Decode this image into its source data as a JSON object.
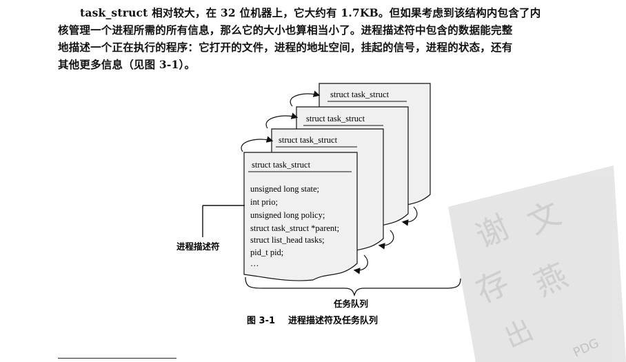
{
  "paragraph": {
    "lines": [
      "task_struct 相对较大，在 32 位机器上，它大约有 1.7KB。但如果考虑到该结构内包含了内",
      "核管理一个进程所需的所有信息，那么它的大小也算相当小了。进程描述符中包含的数据能完整",
      "地描述一个正在执行的程序：它打开的文件，进程的地址空间，挂起的信号，进程的状态，还有",
      "其他更多信息（见图 3-1）。"
    ]
  },
  "figure": {
    "cards": [
      {
        "title": "struct task_struct"
      },
      {
        "title": "struct task_struct"
      },
      {
        "title": "struct task_struct"
      },
      {
        "title": "struct task_struct"
      }
    ],
    "fields": [
      "unsigned long state;",
      "int prio;",
      "unsigned long policy;",
      "struct task_struct *parent;",
      "struct list_head tasks;",
      "pid_t pid;",
      "…"
    ],
    "left_label": "进程描述符",
    "bottom_label": "任务队列",
    "caption_number": "图 3-1",
    "caption_text": "进程描述符及任务队列"
  },
  "colors": {
    "card_fill": "#f0f0f0",
    "ink": "#111111",
    "watermark": "#d6d6d6"
  },
  "watermark_text": "PDG"
}
